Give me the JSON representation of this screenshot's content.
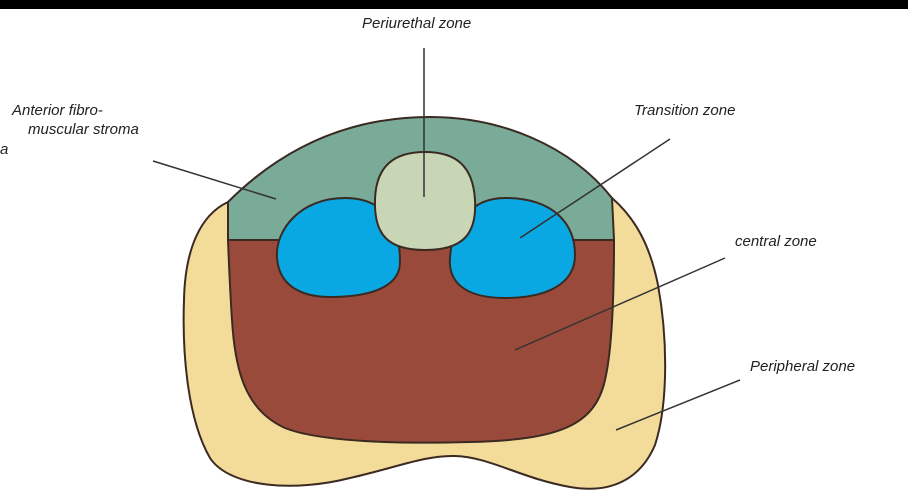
{
  "colors": {
    "background": "#ffffff",
    "top_bar": "#000000",
    "peripheral_zone": "#f3dc9a",
    "central_zone": "#9a4a3a",
    "stroma": "#7aab98",
    "transition_zone": "#0aa8e2",
    "periurethral_zone": "#c8d6b6",
    "outline": "#3a2a22",
    "leader_line": "#333333"
  },
  "labels": {
    "periurethral": "Periurethal zone",
    "stroma_line1": "Anterior fibro-",
    "stroma_line2": "muscular stroma",
    "transition": "Transition zone",
    "central": "central zone",
    "peripheral": "Peripheral zone",
    "stray_fragment": "a"
  }
}
